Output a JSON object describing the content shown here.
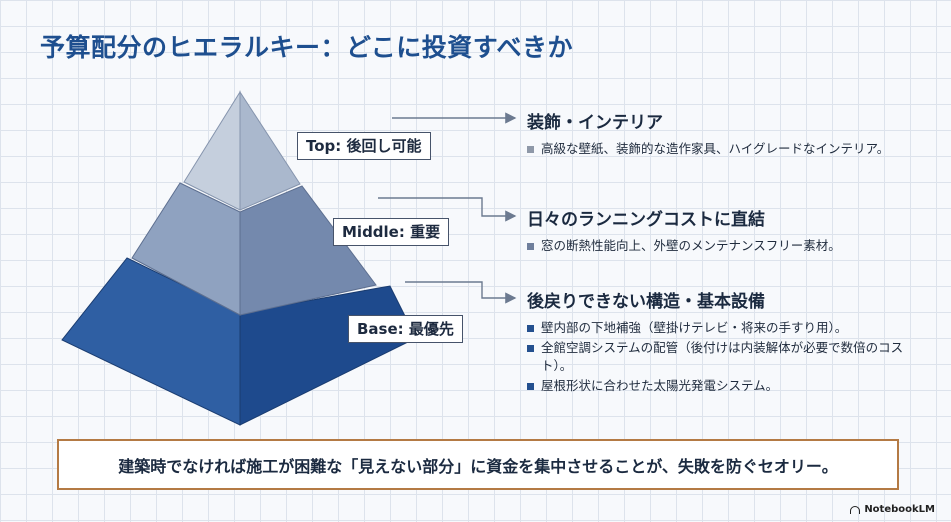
{
  "title": "予算配分のヒエラルキー：どこに投資すべきか",
  "colors": {
    "title": "#1e4f8f",
    "top_face_left": "#c5cfdd",
    "top_face_right": "#aab8cd",
    "middle_face_left": "#8fa2c0",
    "middle_face_right": "#7489ad",
    "base_face_left": "#2f5fa3",
    "base_face_right": "#1e4a8d",
    "footer_border": "#b47a44"
  },
  "tiers": [
    {
      "label": "Top: 後回し可能"
    },
    {
      "label": "Middle: 重要"
    },
    {
      "label": "Base: 最優先"
    }
  ],
  "sections": [
    {
      "title": "装飾・インテリア",
      "bullet_color": "#8e98a8",
      "bullets": [
        "高級な壁紙、装飾的な造作家具、ハイグレードなインテリア。"
      ]
    },
    {
      "title": "日々のランニングコストに直結",
      "bullet_color": "#6f7f9c",
      "bullets": [
        "窓の断熱性能向上、外壁のメンテナンスフリー素材。"
      ]
    },
    {
      "title": "後戻りできない構造・基本設備",
      "bullet_color": "#24508f",
      "bullets": [
        "壁内部の下地補強（壁掛けテレビ・将来の手すり用）。",
        "全館空調システムの配管（後付けは内装解体が必要で数倍のコスト）。",
        "屋根形状に合わせた太陽光発電システム。"
      ]
    }
  ],
  "footer": "建築時でなければ施工が困難な「見えない部分」に資金を集中させることが、失敗を防ぐセオリー。",
  "brand": "NotebookLM"
}
